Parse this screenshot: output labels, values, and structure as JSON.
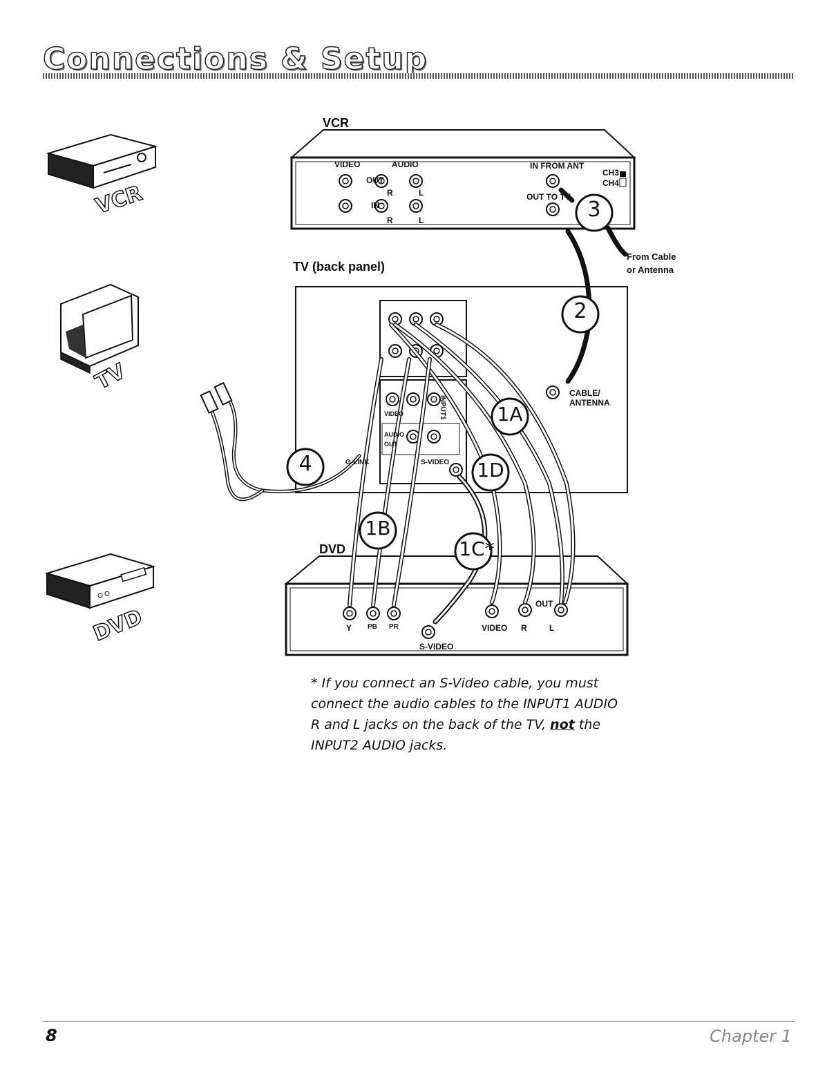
{
  "header": {
    "title": "Connections & Setup"
  },
  "devices": {
    "vcr_icon_label": "VCR",
    "tv_icon_label": "TV",
    "dvd_icon_label": "DVD"
  },
  "vcr_panel": {
    "title": "VCR",
    "video": "VIDEO",
    "audio": "AUDIO",
    "out": "OUT",
    "in": "IN",
    "r": "R",
    "l": "L",
    "in_from_ant": "IN FROM ANT",
    "out_to_tv": "OUT TO TV",
    "ch3": "CH3",
    "ch4": "CH4"
  },
  "tv_panel": {
    "title": "TV (back panel)",
    "cable_antenna_1": "CABLE/",
    "cable_antenna_2": "ANTENNA",
    "s_video": "S-VIDEO",
    "g_link": "G-LINK",
    "input1": "INPUT1",
    "video": "VIDEO",
    "audio": "AUDIO",
    "out": "OUT"
  },
  "from_cable": {
    "line1": "From Cable",
    "line2": "or Antenna"
  },
  "dvd_panel": {
    "title": "DVD",
    "y": "Y",
    "pb": "PB",
    "pr": "PR",
    "s_video": "S-VIDEO",
    "video": "VIDEO",
    "r": "R",
    "l": "L",
    "out": "OUT"
  },
  "callouts": {
    "c1a": "1A",
    "c1b": "1B",
    "c1c": "1C*",
    "c1d": "1D",
    "c2": "2",
    "c3": "3",
    "c4": "4"
  },
  "note": {
    "part1": "* If you connect an S-Video cable, you must connect the audio cables to the INPUT1 AUDIO R and L jacks on the back of the TV,",
    "emph": "not",
    "part2": "the INPUT2 AUDIO jacks."
  },
  "footer": {
    "page_number": "8",
    "chapter": "Chapter 1"
  }
}
